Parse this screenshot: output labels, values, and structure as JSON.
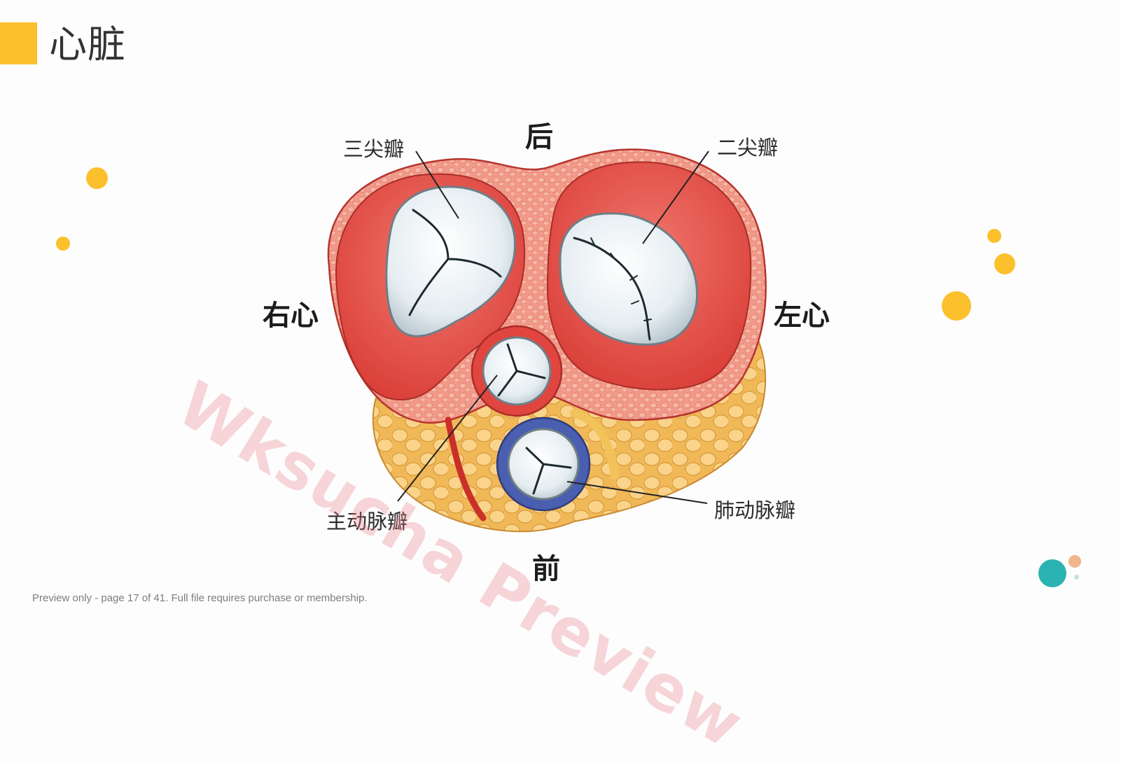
{
  "page": {
    "title": "心脏",
    "footer": "Preview only - page 17 of 41. Full file requires purchase or membership."
  },
  "watermark": "Wksucha Preview",
  "diagram": {
    "directions": {
      "posterior": "后",
      "anterior": "前",
      "right_heart": "右心",
      "left_heart": "左心"
    },
    "labels": {
      "tricuspid": "三尖瓣",
      "mitral": "二尖瓣",
      "aortic": "主动脉瓣",
      "pulmonary": "肺动脉瓣"
    }
  },
  "colors": {
    "accent_yellow": "#fcc02d",
    "teal": "#2bb3b1",
    "peach": "#f2b48a",
    "muscle_red": "#e0453f",
    "fat_yellow": "#f5c46b",
    "valve_white": "#eef3f6",
    "pulmonary_blue": "#4a5fb0"
  }
}
